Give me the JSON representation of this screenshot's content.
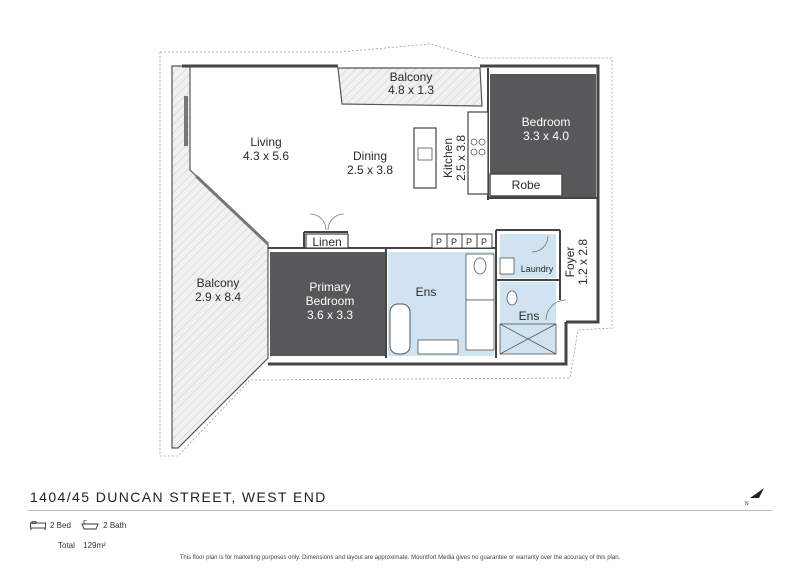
{
  "rooms": {
    "balcony_top": {
      "name": "Balcony",
      "dims": "4.8 x 1.3"
    },
    "bedroom": {
      "name": "Bedroom",
      "dims": "3.3 x 4.0"
    },
    "living": {
      "name": "Living",
      "dims": "4.3 x 5.6"
    },
    "dining": {
      "name": "Dining",
      "dims": "2.5 x 3.8"
    },
    "kitchen": {
      "name": "Kitchen",
      "dims": "2.5 x 3.8"
    },
    "robe": {
      "name": "Robe"
    },
    "linen": {
      "name": "Linen"
    },
    "pantries": [
      "P",
      "P",
      "P",
      "P"
    ],
    "laundry": {
      "name": "Laundry"
    },
    "foyer": {
      "name": "Foyer",
      "dims": "1.2 x 2.8"
    },
    "balcony_side": {
      "name": "Balcony",
      "dims": "2.9 x 8.4"
    },
    "primary_bedroom": {
      "name": "Primary",
      "name2": "Bedroom",
      "dims": "3.6 x 3.3"
    },
    "ensuite_main": {
      "name": "Ens"
    },
    "ensuite_2": {
      "name": "Ens"
    }
  },
  "footer": {
    "address": "1404/45 DUNCAN STREET, WEST END",
    "beds": "2 Bed",
    "baths": "2 Bath",
    "total_label": "Total",
    "total_value": "129m²",
    "disclaimer": "This floor plan is for marketing purposes only. Dimensions and layout are approximate. Mountfort Media gives no guarantee or warranty over the accuracy of this plan.",
    "compass_letter": "N"
  },
  "colors": {
    "wall": "#555555",
    "bedroom_fill": "#58585a",
    "wet_area_fill": "#cfe3f1",
    "balcony_pattern": "#d9d9d9",
    "floor": "#ffffff"
  }
}
